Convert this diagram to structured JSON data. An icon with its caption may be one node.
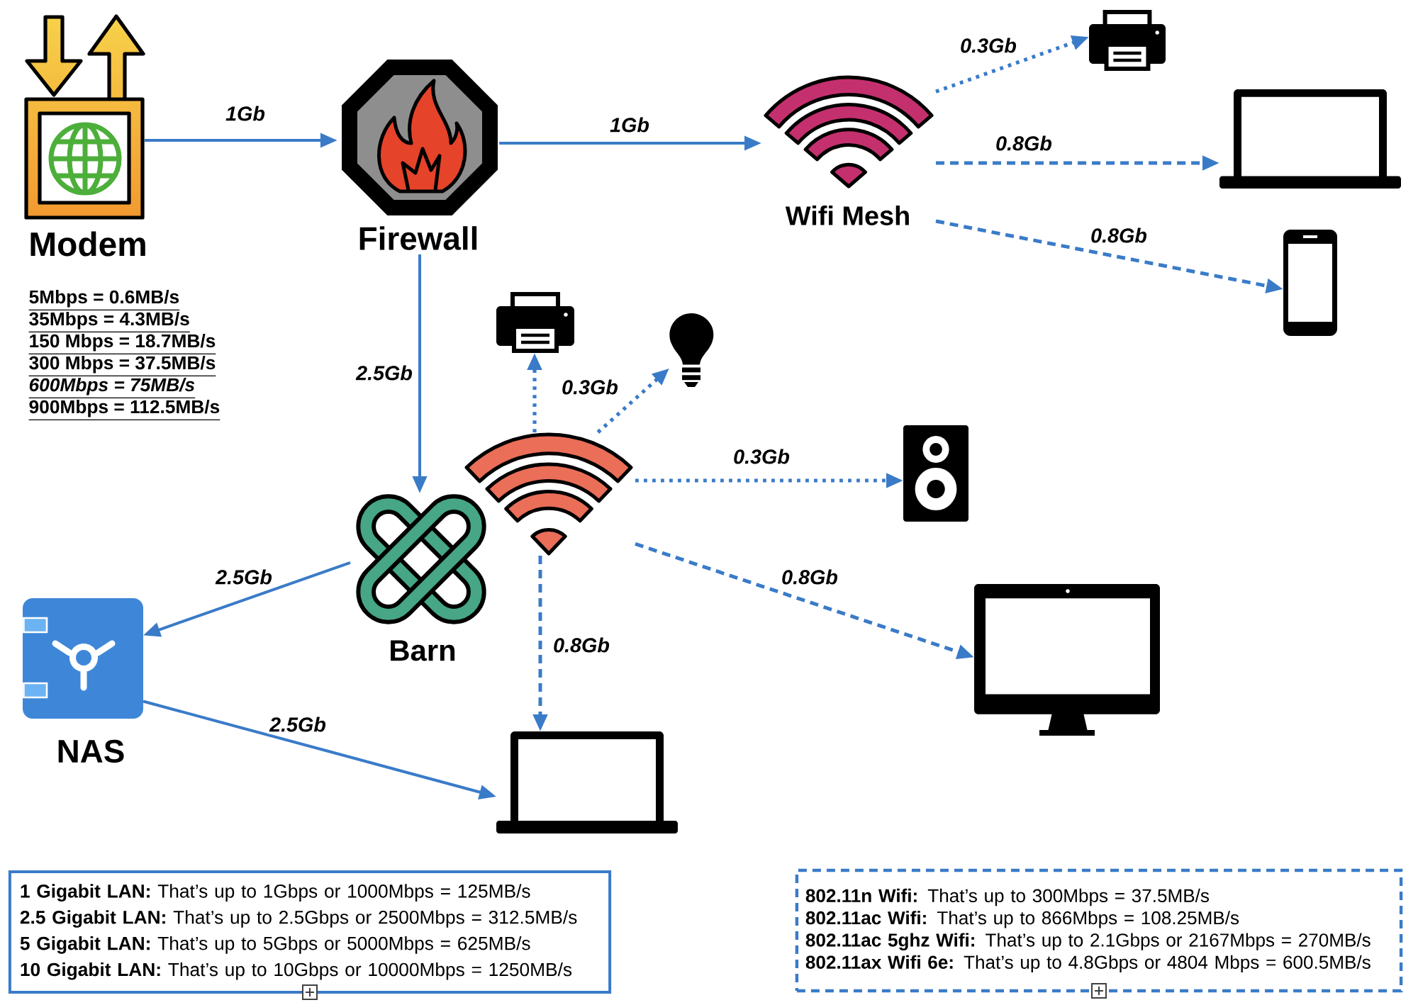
{
  "diagram": {
    "nodes": [
      {
        "text": [
          "Modem"
        ]
      },
      {
        "text": [
          "Firewall"
        ]
      },
      {
        "text": [
          "Wifi Mesh"
        ]
      },
      {
        "text": [],
        "shape": "picture"
      },
      {
        "text": [],
        "shape": "picture"
      },
      {
        "text": [],
        "shape": "picture"
      },
      {
        "text": [
          "Barn"
        ]
      },
      {
        "text": [],
        "shape": "picture"
      },
      {
        "text": [],
        "shape": "picture"
      },
      {
        "text": [],
        "shape": "picture"
      },
      {
        "text": [],
        "shape": "picture"
      },
      {
        "text": [
          "NAS"
        ]
      },
      {
        "text": [],
        "shape": "picture"
      },
      {
        "text": [],
        "shape": "picture"
      },
      {
        "text": [
          "**1 Gigabit LAN:** That’s up to 1Gbps or 1000Mbps = 125MB/s",
          "**2.5 Gigabit LAN:** That’s up to 2.5Gbps or 2500Mbps = 312.5MB/s",
          "**5 Gigabit LAN:** That’s up to 5Gbps or 5000Mbps = 625MB/s",
          "**10 Gigabit LAN:** That’s up to 10Gbps or 10000Mbps = 1250MB/s"
        ]
      },
      {
        "text": [
          "**802.11n Wifi:** That’s up to 300Mbps = 37.5MB/s",
          "**802.11ac Wifi:** That’s up to 866Mbps = 108.25MB/s",
          "**802.11ac 5ghz Wifi:** That’s up to 2.1Gbps or 2167Mbps = 270MB/s",
          "**802.11ax Wifi 6e:** That’s up to 4.8Gbps or 4804 Mbps = 600.5MB/s"
        ]
      }
    ],
    "edges": [
      {
        "from": 0,
        "to": 1,
        "arrow": "to",
        "label": "1Gb"
      },
      {
        "from": 1,
        "to": 2,
        "arrow": "to",
        "label": "1Gb"
      },
      {
        "from": 2,
        "to": 3,
        "arrow": "to",
        "label": "0.3Gb",
        "style": "dashed"
      },
      {
        "from": 2,
        "to": 4,
        "arrow": "to",
        "label": "0.8Gb",
        "style": "dashed"
      },
      {
        "from": 2,
        "to": 5,
        "arrow": "to",
        "label": "0.8Gb",
        "style": "dashed"
      },
      {
        "from": 1,
        "to": 6,
        "arrow": "to",
        "label": "2.5Gb"
      },
      {
        "from": 7,
        "to": 8,
        "arrow": "to",
        "style": "dashed"
      },
      {
        "from": 7,
        "to": 9,
        "arrow": "to",
        "label": "0.3Gb",
        "style": "dashed"
      },
      {
        "from": 7,
        "to": 10,
        "arrow": "to",
        "label": "0.3Gb",
        "style": "dashed"
      },
      {
        "from": 7,
        "to": 13,
        "arrow": "to",
        "label": "0.8Gb",
        "style": "dashed"
      },
      {
        "from": 7,
        "to": 12,
        "arrow": "to",
        "label": "0.8Gb",
        "style": "dashed"
      },
      {
        "from": 6,
        "to": 11,
        "arrow": "to",
        "label": "2.5Gb"
      },
      {
        "from": 11,
        "to": 12,
        "arrow": "to",
        "label": "2.5Gb"
      }
    ],
    "labels": [
      "5Mbps = 0.6MB/s",
      "35Mbps = 4.3MB/s",
      "150 Mbps = 18.7MB/s",
      "300 Mbps = 37.5MB/s",
      "600Mbps = 75MB/s",
      "900Mbps = 112.5MB/s"
    ]
  }
}
